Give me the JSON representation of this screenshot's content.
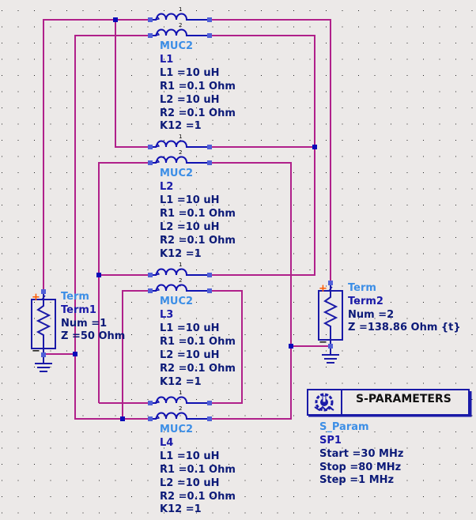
{
  "schematic": {
    "colors": {
      "background": "#ece9e8",
      "wire": "#b0208a",
      "component": "#1a1aa8",
      "component_type_label": "#3c8ee6",
      "parameter_text": "#0c1a78",
      "plus_marker": "#ff5a00"
    },
    "transformers": [
      {
        "type": "MUC2",
        "name": "L1",
        "pin_labels": [
          "1",
          "2"
        ],
        "params": [
          "L1 =10 uH",
          "R1 =0.1 Ohm",
          "L2 =10 uH",
          "R2 =0.1 Ohm",
          "K12 =1"
        ]
      },
      {
        "type": "MUC2",
        "name": "L2",
        "pin_labels": [
          "1",
          "2"
        ],
        "params": [
          "L1 =10 uH",
          "R1 =0.1 Ohm",
          "L2 =10 uH",
          "R2 =0.1 Ohm",
          "K12 =1"
        ]
      },
      {
        "type": "MUC2",
        "name": "L3",
        "pin_labels": [
          "1",
          "2"
        ],
        "params": [
          "L1 =10 uH",
          "R1 =0.1 Ohm",
          "L2 =10 uH",
          "R2 =0.1 Ohm",
          "K12 =1"
        ]
      },
      {
        "type": "MUC2",
        "name": "L4",
        "pin_labels": [
          "1",
          "2"
        ],
        "params": [
          "L1 =10 uH",
          "R1 =0.1 Ohm",
          "L2 =10 uH",
          "R2 =0.1 Ohm",
          "K12 =1"
        ]
      }
    ],
    "terms": [
      {
        "type": "Term",
        "name": "Term1",
        "params": [
          "Num =1",
          "Z =50  Ohm"
        ],
        "plus": "+",
        "minus": "−"
      },
      {
        "type": "Term",
        "name": "Term2",
        "params": [
          "Num =2",
          "Z =138.86 Ohm  {t}"
        ],
        "plus": "+",
        "minus": "−"
      }
    ],
    "sparam": {
      "header": "S-PARAMETERS",
      "icon": "gear-icon",
      "type": "S_Param",
      "name": "SP1",
      "params": [
        "Start =30  MHz",
        "Stop =80  MHz",
        "Step =1  MHz"
      ]
    }
  }
}
